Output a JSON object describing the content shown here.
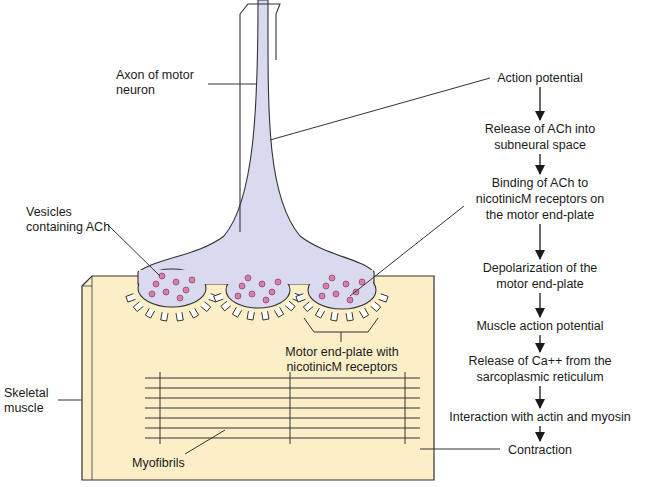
{
  "diagram": {
    "nodes": [
      {
        "text": [
          "Action potential"
        ]
      },
      {
        "text": [
          "Release of ACh into subneural space"
        ]
      },
      {
        "text": [
          "Binding of ACh to nicotinicM receptors on the motor end-plate"
        ]
      },
      {
        "text": [
          "Depolarization of the motor end-plate"
        ]
      },
      {
        "text": [
          "Muscle action potential"
        ]
      },
      {
        "text": [
          "Release of Ca++ from the sarcoplasmic reticulum"
        ]
      },
      {
        "text": [
          "Interaction with actin and myosin"
        ]
      },
      {
        "text": [
          "Contraction"
        ]
      }
    ],
    "edges": [
      {
        "from": 0,
        "to": 1,
        "arrow": "to"
      },
      {
        "from": 1,
        "to": 2,
        "arrow": "to"
      },
      {
        "from": 2,
        "to": 3,
        "arrow": "to"
      },
      {
        "from": 3,
        "to": 4,
        "arrow": "to"
      },
      {
        "from": 4,
        "to": 5,
        "arrow": "to"
      },
      {
        "from": 5,
        "to": 6,
        "arrow": "to"
      },
      {
        "from": 6,
        "to": 7,
        "arrow": "to"
      }
    ],
    "labels": [
      "Axon of motor neuron",
      "Vesicles containing ACh",
      "Skeletal muscle",
      "Motor end-plate with nicotinicM receptors",
      "Myofibrils"
    ]
  }
}
